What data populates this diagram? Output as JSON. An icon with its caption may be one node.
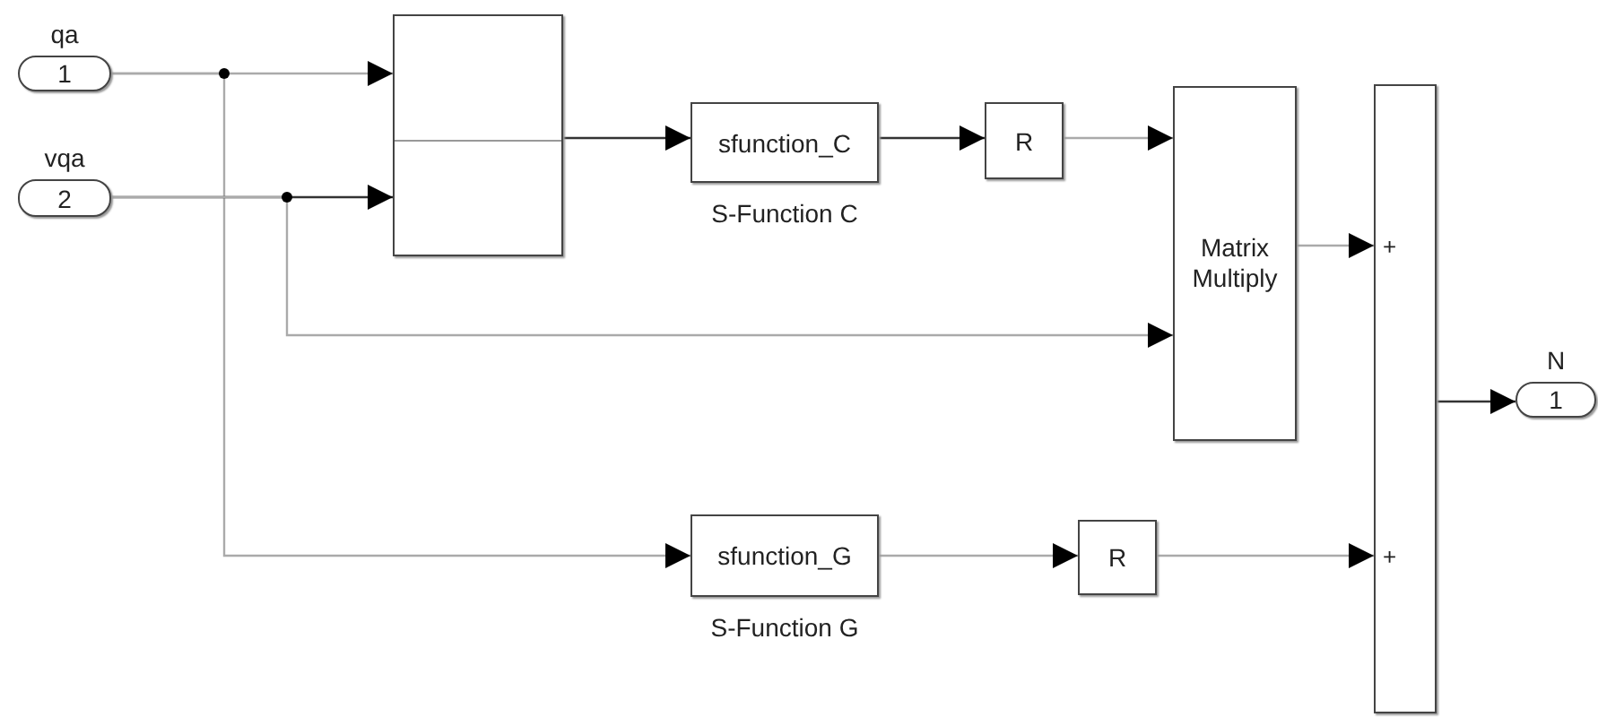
{
  "diagram": {
    "nodes": [
      {
        "text": [
          "qa",
          "1"
        ]
      },
      {
        "text": [
          "vqa",
          "2"
        ]
      },
      {
        "text": [],
        "shape": "box"
      },
      {
        "text": [
          "sfunction_C",
          "S-Function C"
        ]
      },
      {
        "text": [
          "R"
        ]
      },
      {
        "text": [
          "Matrix Multiply"
        ]
      },
      {
        "text": [
          "+",
          "+"
        ]
      },
      {
        "text": [
          "sfunction_G",
          "S-Function G"
        ]
      },
      {
        "text": [
          "R"
        ]
      },
      {
        "text": [
          "N",
          "1"
        ]
      }
    ],
    "edges": [
      {
        "from": 0,
        "to": 2,
        "arrow": "to"
      },
      {
        "from": 0,
        "to": 7,
        "arrow": "to"
      },
      {
        "from": 1,
        "to": 2,
        "arrow": "to",
        "color": "#333333"
      },
      {
        "from": 1,
        "to": 5,
        "arrow": "to"
      },
      {
        "from": 2,
        "to": 3,
        "arrow": "to",
        "color": "#333333"
      },
      {
        "from": 3,
        "to": 4,
        "arrow": "to",
        "color": "#333333"
      },
      {
        "from": 4,
        "to": 5,
        "arrow": "to"
      },
      {
        "from": 5,
        "to": 6,
        "arrow": "to"
      },
      {
        "from": 7,
        "to": 8,
        "arrow": "to"
      },
      {
        "from": 8,
        "to": 6,
        "arrow": "to"
      },
      {
        "from": 6,
        "to": 9,
        "arrow": "to",
        "color": "#333333"
      }
    ]
  }
}
